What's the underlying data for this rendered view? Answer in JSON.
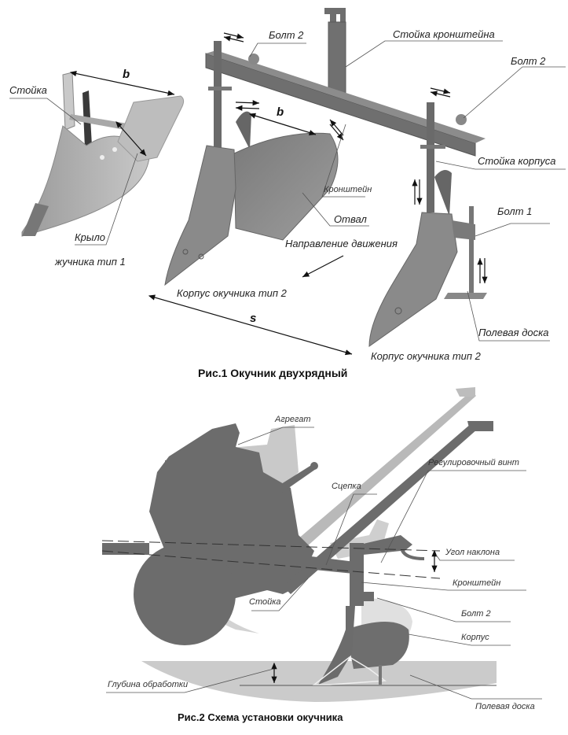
{
  "figure1": {
    "caption": "Рис.1  Окучник двухрядный",
    "inset_caption": "жучника  тип 1",
    "labels": {
      "stoyka": "Стойка",
      "krylo": "Крыло",
      "dim_b_left": "b",
      "dim_b_right": "b",
      "dim_s": "s",
      "bolt2_left": "Болт 2",
      "bolt2_right": "Болт 2",
      "stoyka_kronshteina": "Стойка кронштейна",
      "stoyka_korpusa": "Стойка корпуса",
      "kronshtein": "Кронштейн",
      "otval": "Отвал",
      "napravlenie": "Направление движения",
      "bolt1": "Болт 1",
      "polevaya_doska": "Полевая доска",
      "korpus_left": "Корпус окучника  тип 2",
      "korpus_right": "Корпус окучника  тип 2"
    }
  },
  "figure2": {
    "caption": "Рис.2  Схема установки окучника",
    "labels": {
      "agregat": "Агрегат",
      "regulir_vint": "Регулировочный винт",
      "scepka": "Сцепка",
      "ugol_naklona": "Угол наклона",
      "kronshtein": "Кронштейн",
      "stoyka": "Стойка",
      "bolt2": "Болт 2",
      "korpus": "Корпус",
      "glubina": "Глубина обработки",
      "polevaya_doska": "Полевая доска"
    }
  },
  "colors": {
    "metal_dark": "#6b6b6b",
    "metal_mid": "#8a8a8a",
    "metal_light": "#b5b5b5",
    "ground": "#c9c9c9"
  }
}
